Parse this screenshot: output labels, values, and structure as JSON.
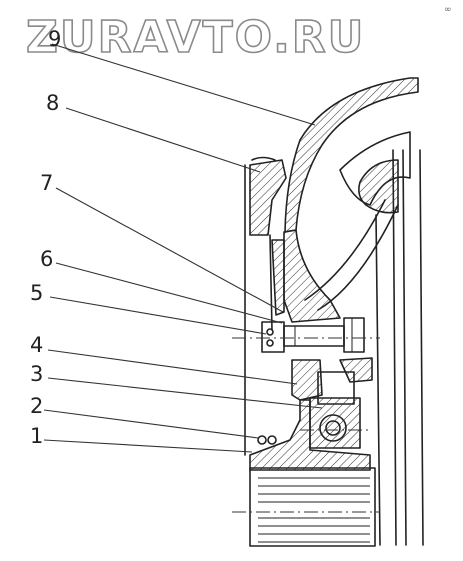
{
  "watermark": "ZURAVTO.RU",
  "corner_mark": "∞",
  "callouts": [
    {
      "label": "9"
    },
    {
      "label": "8"
    },
    {
      "label": "7"
    },
    {
      "label": "6"
    },
    {
      "label": "5"
    },
    {
      "label": "4"
    },
    {
      "label": "3"
    },
    {
      "label": "2"
    },
    {
      "label": "1"
    }
  ]
}
